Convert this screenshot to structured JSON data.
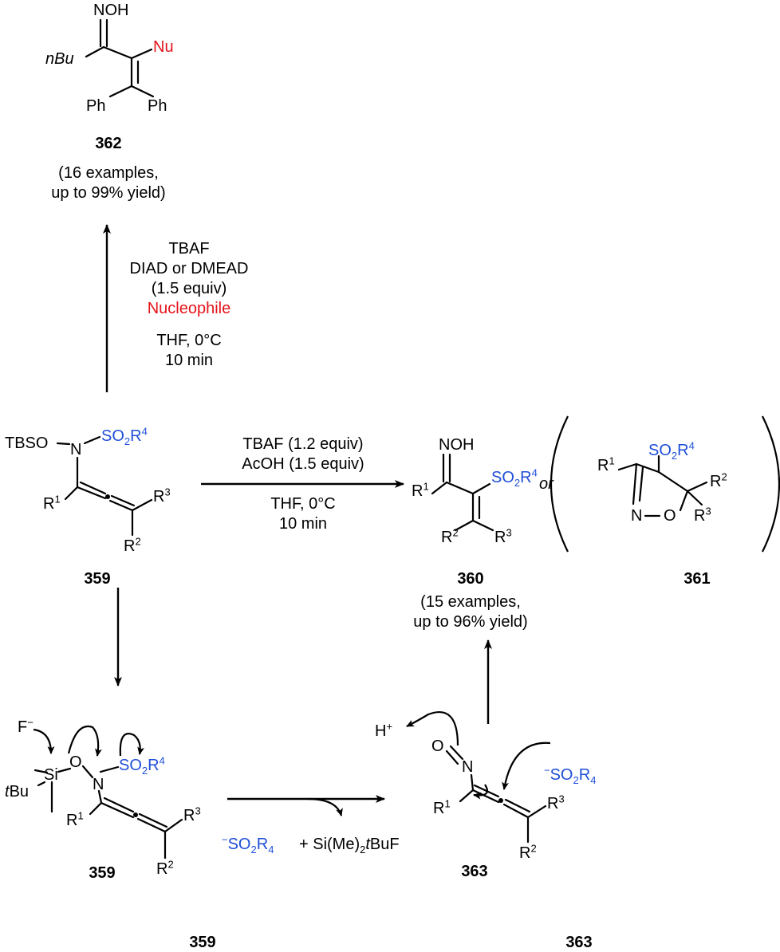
{
  "compounds": {
    "c362": {
      "id": "362",
      "note1": "(16 examples,",
      "note2": "up to 99% yield)",
      "nuc": "Nu",
      "group_nbu": "nBu",
      "noh": "NOH",
      "ph": "Ph"
    },
    "c359": {
      "id": "359",
      "tbso": "TBSO",
      "n": "N",
      "r": "R",
      "r1_sup": "1",
      "r2_sup": "2",
      "r3_sup": "3",
      "so2": "SO",
      "so2_sub": "2",
      "so2r": "R",
      "so2r_sup": "4"
    },
    "c360": {
      "id": "360",
      "noh": "NOH",
      "note1": "(15 examples,",
      "note2": "up to 96% yield)"
    },
    "c361": {
      "id": "361",
      "n": "N",
      "o": "O"
    },
    "c363": {
      "id": "363",
      "h": "H",
      "h_sup": "+",
      "o": "O",
      "n": "N"
    },
    "mech359": {
      "id": "359",
      "f": "F",
      "f_sup": "−",
      "si": "Si",
      "o": "O",
      "tbu_t": "t",
      "tbu_bu": "Bu"
    },
    "bottom_labels": {
      "left": "359",
      "right": "363"
    }
  },
  "conditions": {
    "up": {
      "l1": "TBAF",
      "l2": "DIAD or DMEAD",
      "l3": "(1.5 equiv)",
      "l4": "Nucleophile",
      "l5": "THF, 0°C",
      "l6": "10 min"
    },
    "right": {
      "l1": "TBAF (1.2 equiv)",
      "l2": "AcOH (1.5 equiv)",
      "l3": "THF, 0°C",
      "l4": "10 min"
    },
    "or": "or"
  },
  "byproducts": {
    "sulfinate": {
      "minus": "−",
      "so": "SO",
      "sub2": "2",
      "r": "R",
      "sub4": "4"
    },
    "plus": "+ Si(Me)",
    "plus_sub": "2",
    "plus_t": "t",
    "plus_end": "BuF"
  },
  "colors": {
    "blue": "#1f4fd8",
    "red": "#e4141b"
  }
}
